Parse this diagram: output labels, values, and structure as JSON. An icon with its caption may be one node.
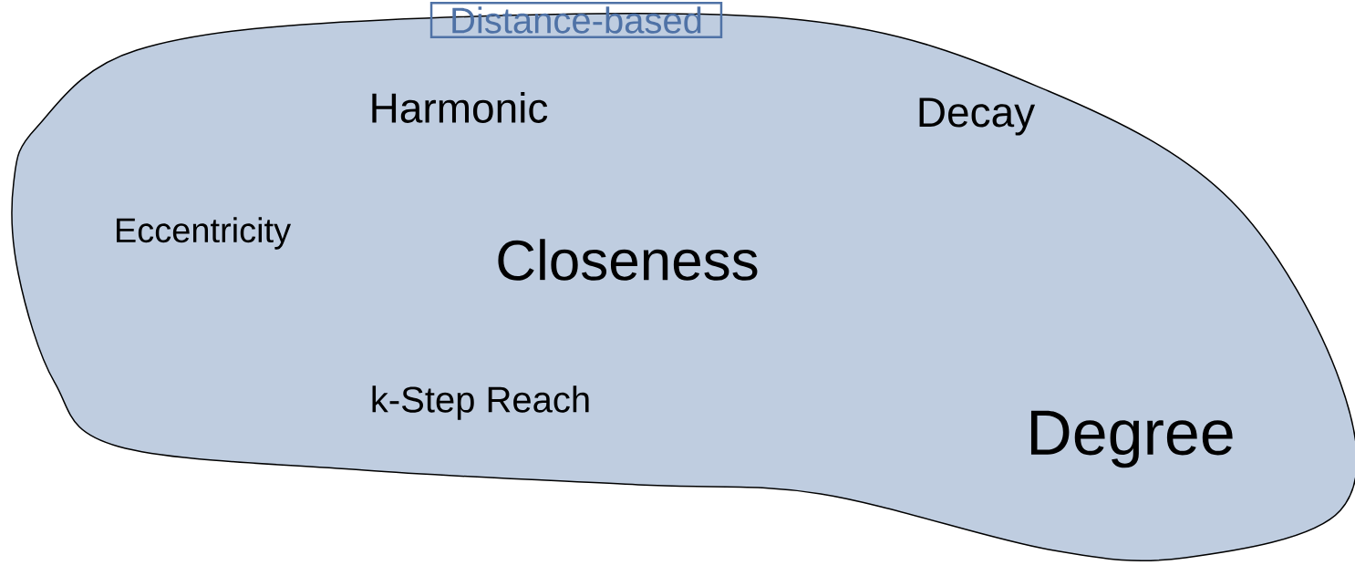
{
  "diagram": {
    "nodes": [
      {
        "text": [
          "Harmonic",
          "Decay",
          "Eccentricity",
          "Closeness",
          "k-Step Reach",
          "Degree"
        ]
      },
      {
        "text": [
          "Distance-based"
        ]
      }
    ]
  }
}
